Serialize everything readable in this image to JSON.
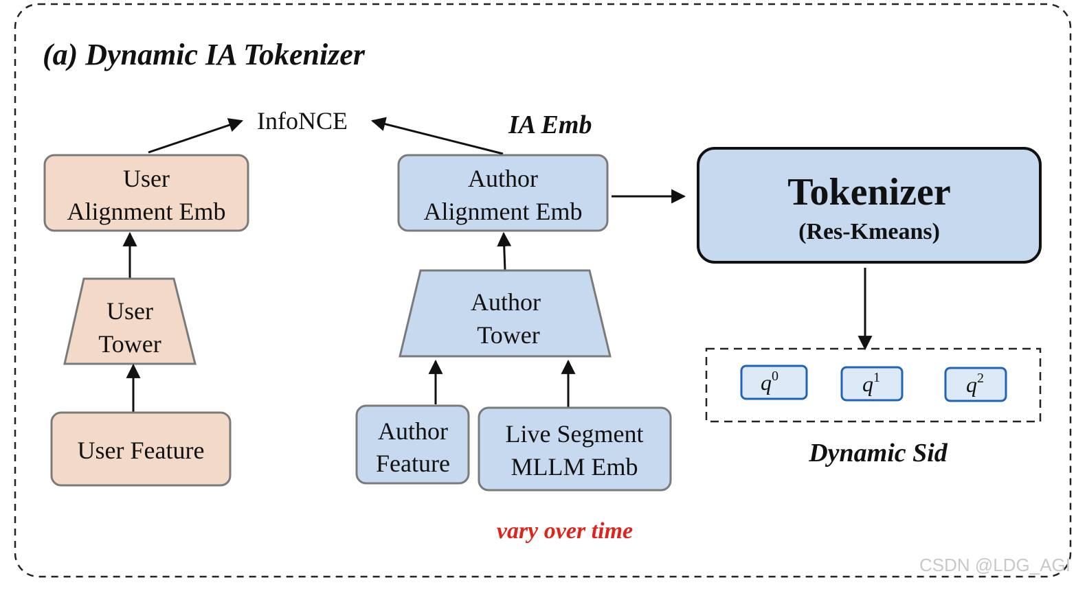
{
  "title": "(a) Dynamic IA Tokenizer",
  "infonce": "InfoNCE",
  "ia_emb": "IA Emb",
  "user": {
    "alignment_line1": "User",
    "alignment_line2": "Alignment Emb",
    "tower_line1": "User",
    "tower_line2": "Tower",
    "feature": "User Feature"
  },
  "author": {
    "alignment_line1": "Author",
    "alignment_line2": "Alignment Emb",
    "tower_line1": "Author",
    "tower_line2": "Tower",
    "feature_line1": "Author",
    "feature_line2": "Feature",
    "segment_line1": "Live Segment",
    "segment_line2": "MLLM Emb"
  },
  "tokenizer": {
    "main": "Tokenizer",
    "sub": "(Res-Kmeans)"
  },
  "sid": {
    "label": "Dynamic Sid",
    "codes": [
      {
        "base": "q",
        "sup": "0"
      },
      {
        "base": "q",
        "sup": "1"
      },
      {
        "base": "q",
        "sup": "2"
      }
    ]
  },
  "vary_over_time": "vary over time",
  "watermark": "CSDN @LDG_AGI",
  "colors": {
    "user_fill": "#f2d9c8",
    "author_fill": "#c6d9ee",
    "code_fill": "#dce9f6",
    "code_stroke": "#1f63b8",
    "box_stroke": "#7a7a7a",
    "highlight": "#e0241b"
  }
}
